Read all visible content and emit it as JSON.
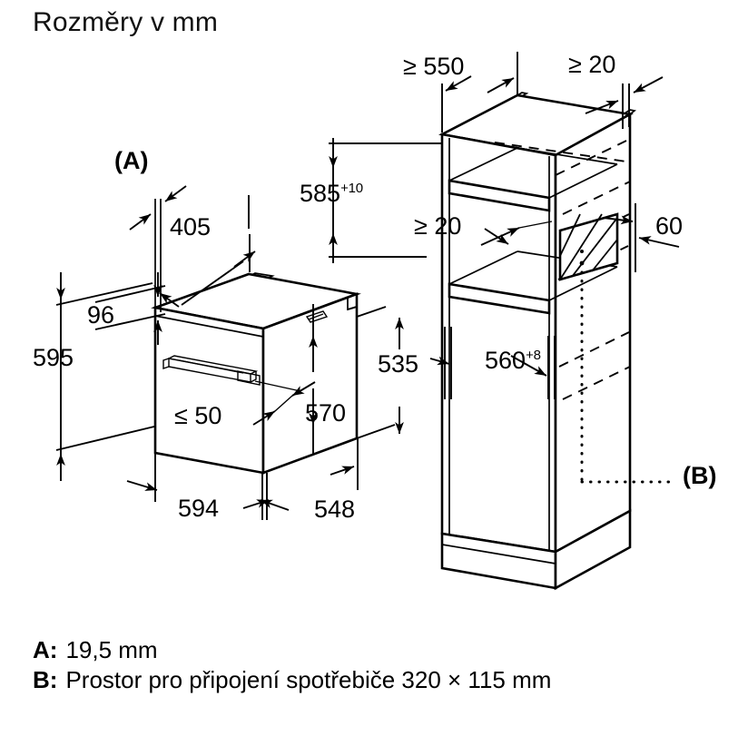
{
  "title": "Rozměry v mm",
  "oven": {
    "markers": {
      "a": "(A)"
    },
    "dimensions": {
      "width_front": "594",
      "depth_side": "548",
      "height_total": "595",
      "panel_offset": "96",
      "control_depth": "405",
      "door_gap": "≤ 50",
      "body_height": "570",
      "body_depth": "535"
    }
  },
  "cabinet": {
    "markers": {
      "b": "(B)"
    },
    "dimensions": {
      "niche_depth": "≥ 550",
      "top_gap": "≥ 20",
      "niche_height_value": "585",
      "niche_height_tol": "+10",
      "shelf_gap": "≥ 20",
      "rear_offset": "60",
      "niche_width_value": "560",
      "niche_width_tol": "+8"
    }
  },
  "legend": [
    {
      "key": "A:",
      "value": "19,5 mm"
    },
    {
      "key": "B:",
      "value": "Prostor pro připojení spotřebiče 320 × 115 mm"
    }
  ],
  "colors": {
    "ink": "#000000",
    "paper": "#ffffff"
  }
}
